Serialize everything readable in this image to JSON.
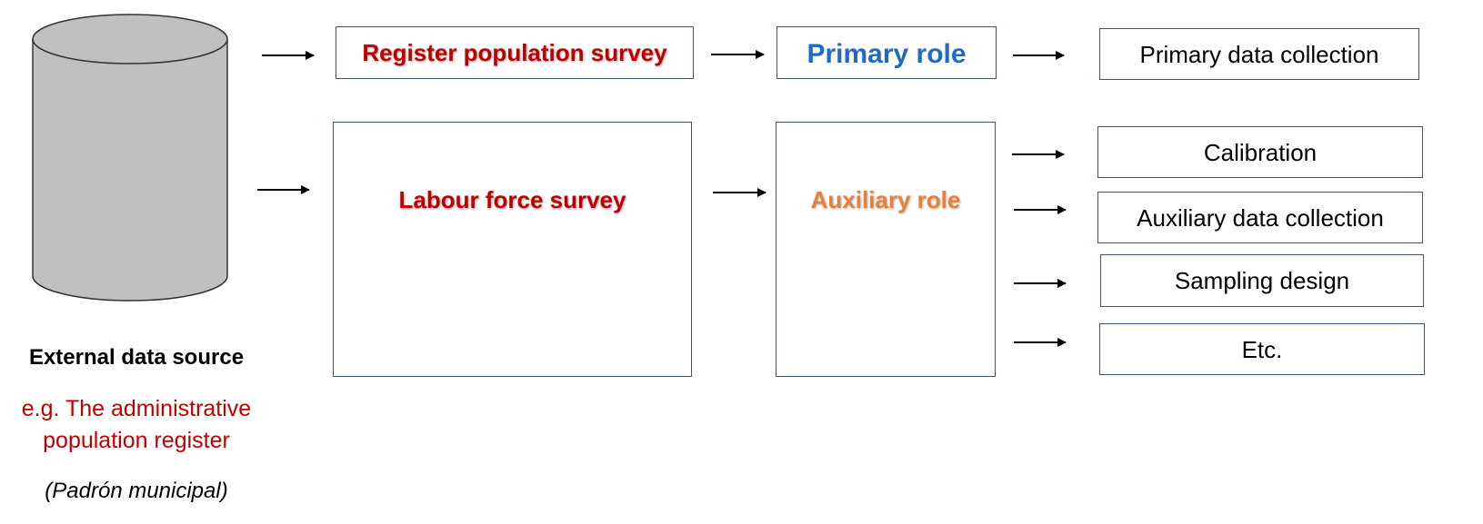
{
  "source": {
    "title": "External data source",
    "example_line1": "e.g. The administrative",
    "example_line2": "population register",
    "local_name": "(Padrón municipal)"
  },
  "surveys": {
    "register": "Register population survey",
    "labour": "Labour force survey"
  },
  "roles": {
    "primary": "Primary role",
    "auxiliary": "Auxiliary role"
  },
  "uses": {
    "primary_data_collection": "Primary data collection",
    "calibration": "Calibration",
    "auxiliary_data_collection": "Auxiliary data collection",
    "sampling_design": "Sampling design",
    "etc": "Etc."
  },
  "colors": {
    "register_text": "#c00000",
    "primary_text": "#1f6bc4",
    "auxiliary_text": "#e87f3a",
    "box_border": "#44546a",
    "cylinder_fill": "#c0c0c0"
  }
}
